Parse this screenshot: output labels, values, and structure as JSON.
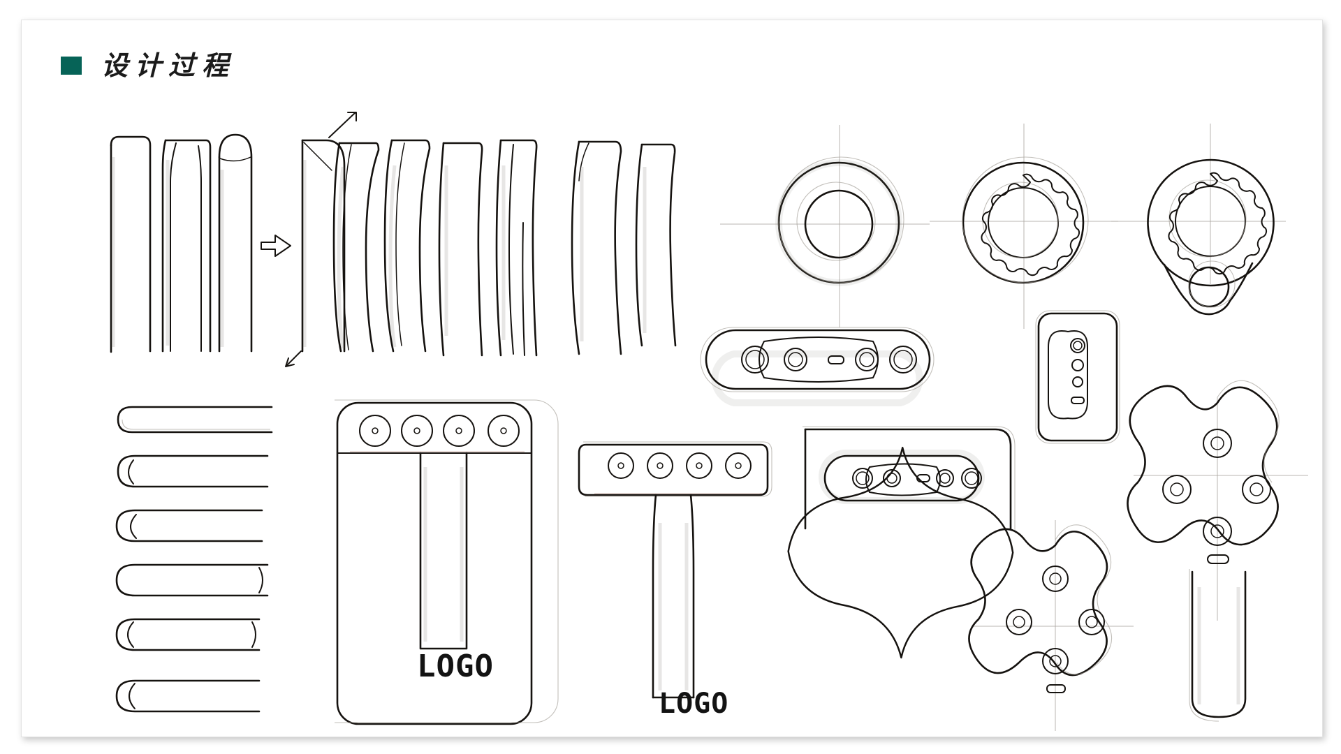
{
  "page": {
    "background_color": "#ffffff",
    "card_border_color": "#e3e3e3"
  },
  "header": {
    "bullet_color": "#066357",
    "bullet_icon": "square-bullet-icon",
    "title": "设计过程"
  },
  "sketchboard": {
    "name": "design-process-sketch-sheet",
    "medium": "pencil sketch",
    "ink_color": "#15120f",
    "guide_color": "#a39e98",
    "construction_line_color": "#c09a92",
    "sections": [
      {
        "id": "bar-profile-row",
        "label": "Vertical bar profile studies",
        "count": 10,
        "note": "row of slim vertical stick/bar silhouettes exploring edge and tip profiles"
      },
      {
        "id": "transition-arrow",
        "label": "Process arrow",
        "icon": "arrow-right-icon"
      },
      {
        "id": "callout-arrow",
        "label": "Detail callout arrow",
        "icon": "arrow-up-right-icon"
      },
      {
        "id": "ring-studies",
        "label": "Circular ring / gear face studies",
        "items": [
          {
            "id": "plain-ring",
            "label": "Plain donut ring"
          },
          {
            "id": "scalloped-ring",
            "label": "Scalloped toothed ring"
          },
          {
            "id": "scalloped-ring-pendant",
            "label": "Scalloped ring with pendant lug"
          }
        ]
      },
      {
        "id": "four-button-pad",
        "label": "Four-button horizontal pad",
        "buttons": 4,
        "center_feature": "oval slot"
      },
      {
        "id": "slim-remote-card",
        "label": "Slim vertical remote card",
        "buttons": 4
      },
      {
        "id": "t-housing-large",
        "label": "Large T-shaped housing with button strip",
        "buttons": 4,
        "logo_text": "LOGO"
      },
      {
        "id": "t-housing-small",
        "label": "Small T-shaped housing with button strip",
        "buttons": 4,
        "logo_text": "LOGO"
      },
      {
        "id": "button-pad-framed",
        "label": "Framed horizontal button pad",
        "buttons": 4
      },
      {
        "id": "stacked-bar-row",
        "label": "Stacked horizontal bar end studies",
        "count": 6
      },
      {
        "id": "squircle-blank",
        "label": "Rounded diamond / squircle blank"
      },
      {
        "id": "clover-pad-small",
        "label": "Clover four-button pad",
        "buttons": 4
      },
      {
        "id": "clover-remote-handle",
        "label": "Clover four-button head with handle",
        "buttons": 4
      }
    ],
    "logo_labels": [
      "LOGO",
      "LOGO"
    ]
  }
}
